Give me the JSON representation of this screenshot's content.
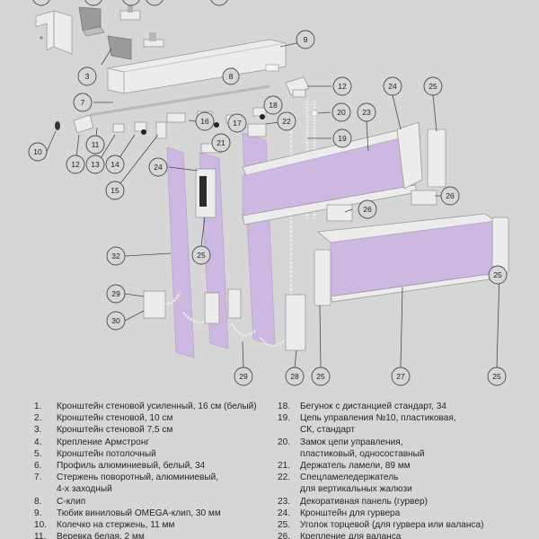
{
  "callouts": [
    {
      "id": "1",
      "label": ""
    },
    {
      "id": "2",
      "label": ""
    },
    {
      "id": "3",
      "label": "3"
    },
    {
      "id": "4",
      "label": ""
    },
    {
      "id": "5",
      "label": ""
    },
    {
      "id": "6",
      "label": ""
    },
    {
      "id": "7",
      "label": "7"
    },
    {
      "id": "8",
      "label": "8"
    },
    {
      "id": "9",
      "label": "9"
    },
    {
      "id": "10",
      "label": "10"
    },
    {
      "id": "11",
      "label": "11"
    },
    {
      "id": "12a",
      "label": "12"
    },
    {
      "id": "12b",
      "label": "12"
    },
    {
      "id": "13",
      "label": "13"
    },
    {
      "id": "14",
      "label": "14"
    },
    {
      "id": "15",
      "label": "15"
    },
    {
      "id": "16",
      "label": "16"
    },
    {
      "id": "17",
      "label": "17"
    },
    {
      "id": "18",
      "label": "18"
    },
    {
      "id": "19",
      "label": "19"
    },
    {
      "id": "20",
      "label": "20"
    },
    {
      "id": "21",
      "label": "21"
    },
    {
      "id": "22",
      "label": "22"
    },
    {
      "id": "23",
      "label": "23"
    },
    {
      "id": "24a",
      "label": "24"
    },
    {
      "id": "24b",
      "label": "24"
    },
    {
      "id": "25a",
      "label": "25"
    },
    {
      "id": "25b",
      "label": "25"
    },
    {
      "id": "25c",
      "label": "25"
    },
    {
      "id": "25d",
      "label": "25"
    },
    {
      "id": "25e",
      "label": "25"
    },
    {
      "id": "26a",
      "label": "26"
    },
    {
      "id": "26b",
      "label": "26"
    },
    {
      "id": "27",
      "label": "27"
    },
    {
      "id": "28",
      "label": "28"
    },
    {
      "id": "29a",
      "label": "29"
    },
    {
      "id": "29b",
      "label": "29"
    },
    {
      "id": "30",
      "label": "30"
    },
    {
      "id": "32",
      "label": "32"
    }
  ],
  "legend": {
    "left": [
      {
        "num": "1.",
        "text": "Кронштейн стеновой усиленный, 16 см (белый)"
      },
      {
        "num": "2.",
        "text": "Кронштейн стеновой, 10 см"
      },
      {
        "num": "3.",
        "text": "Кронштейн стеновой 7,5 см"
      },
      {
        "num": "4.",
        "text": "Крепление Армстронг"
      },
      {
        "num": "5.",
        "text": "Кронштейн потолочный"
      },
      {
        "num": "6.",
        "text": "Профиль алюминиевый, белый, 34"
      },
      {
        "num": "7.",
        "text": "Стержень поворотный, алюминиевый,\n4-х заходный"
      },
      {
        "num": "8.",
        "text": "С-клип"
      },
      {
        "num": "9.",
        "text": "Тюбик виниловый OMEGA-клип, 30 мм"
      },
      {
        "num": "10.",
        "text": "Колечко на стержень, 11 мм"
      },
      {
        "num": "11.",
        "text": "Веревка белая, 2 мм"
      }
    ],
    "right": [
      {
        "num": "18.",
        "text": "Бегунок с дистанцией стандарт, 34"
      },
      {
        "num": "19.",
        "text": "Цепь управления №10, пластиковая,\nСК, стандарт"
      },
      {
        "num": "20.",
        "text": "Замок цепи управления,\nпластиковый, односоставный"
      },
      {
        "num": "21.",
        "text": "Держатель ламели, 89 мм"
      },
      {
        "num": "22.",
        "text": "Спецламеледержатель\nдля вертикальных жалюзи"
      },
      {
        "num": "23.",
        "text": "Декоративная панель (гурвер)"
      },
      {
        "num": "24.",
        "text": "Кронштейн для гурвера"
      },
      {
        "num": "25.",
        "text": "Уголок торцевой (для гурвера или валанса)"
      },
      {
        "num": "26.",
        "text": "Крепление для валанса"
      }
    ]
  }
}
